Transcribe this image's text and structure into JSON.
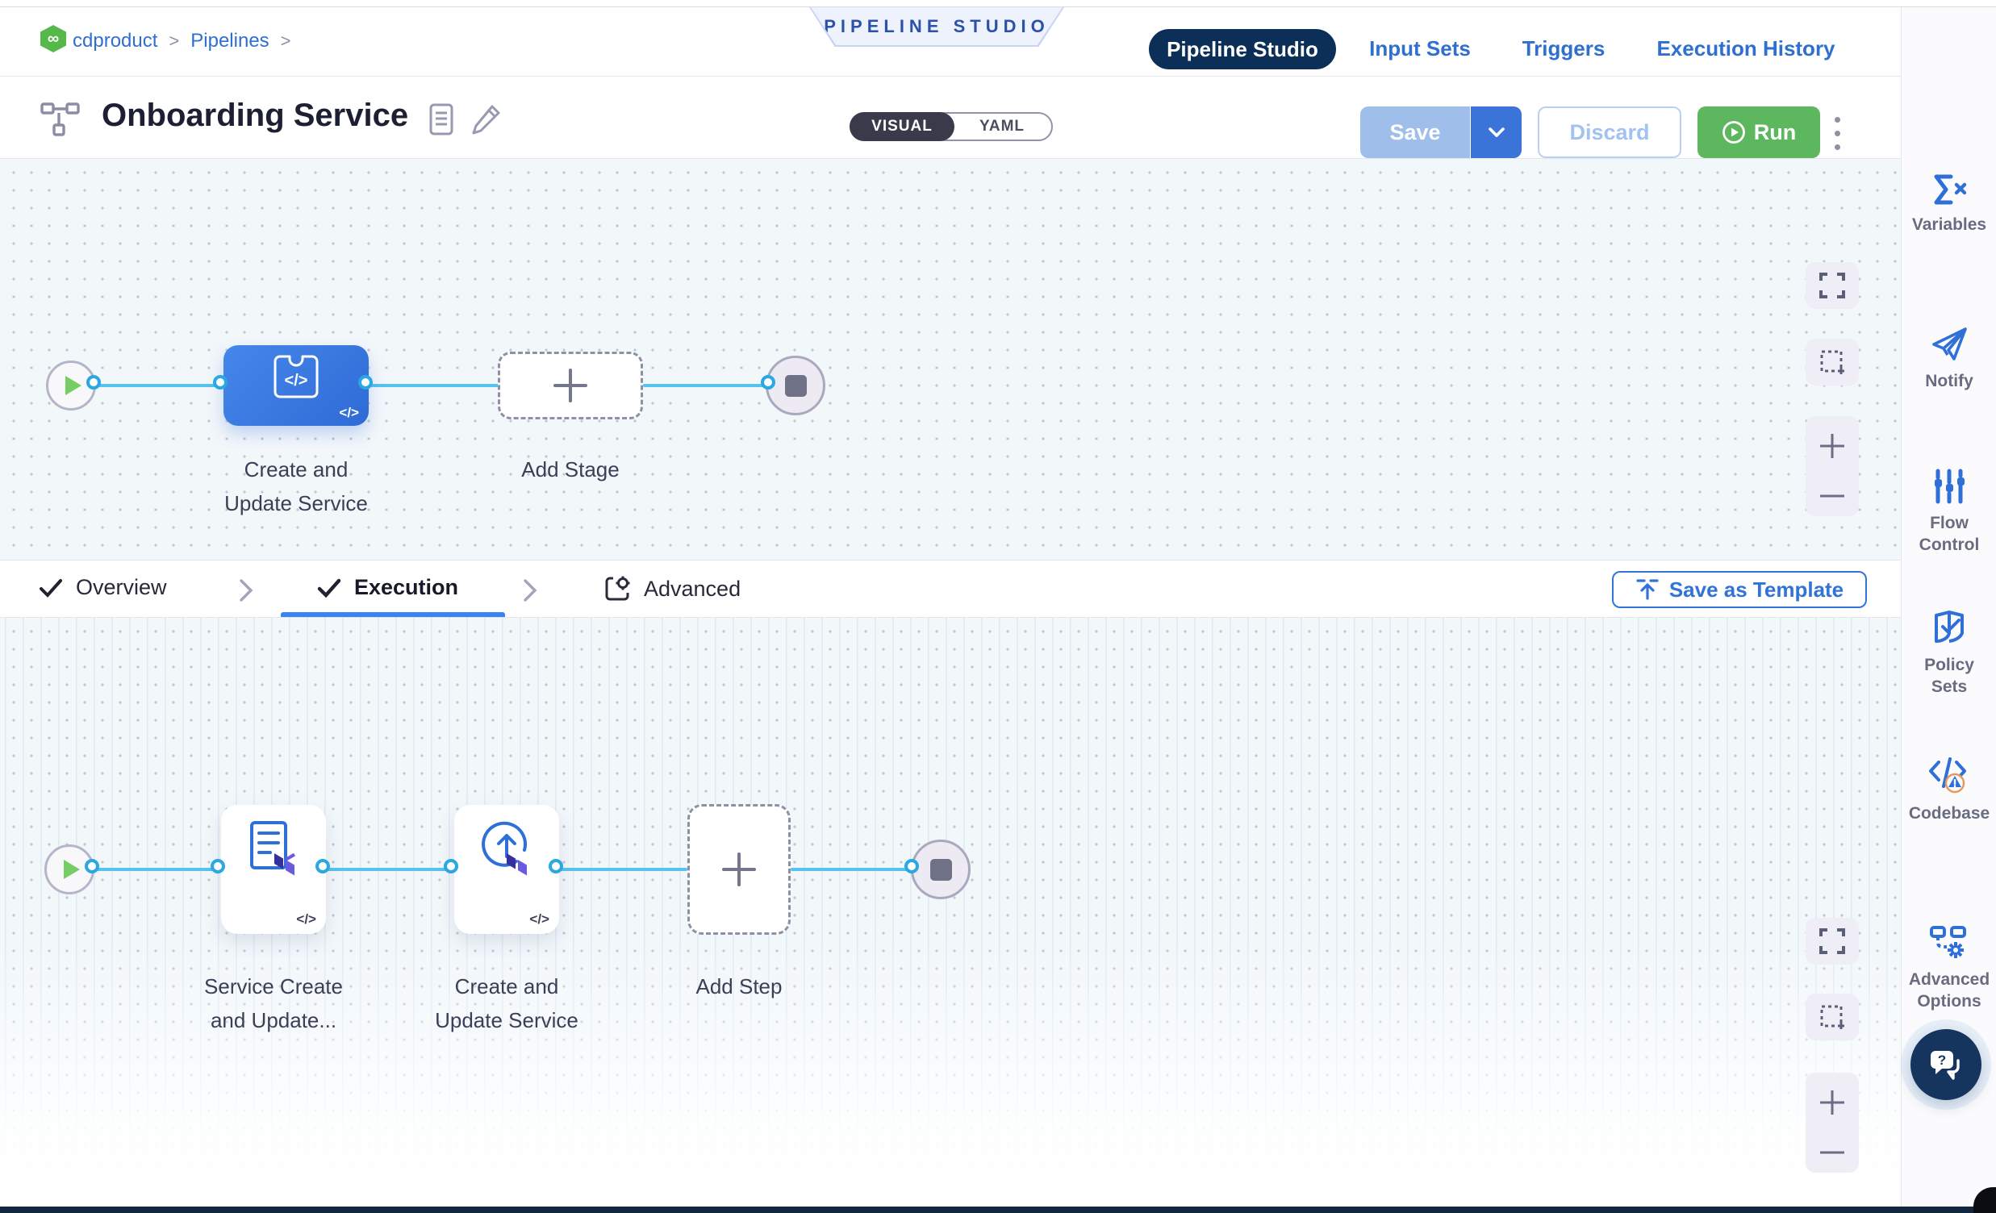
{
  "breadcrumb": {
    "project": "cdproduct",
    "section": "Pipelines",
    "sep": ">"
  },
  "banner": {
    "text": "PIPELINE STUDIO"
  },
  "nav": {
    "active": "Pipeline Studio",
    "items": [
      {
        "label": "Pipeline Studio"
      },
      {
        "label": "Input Sets"
      },
      {
        "label": "Triggers"
      },
      {
        "label": "Execution History"
      }
    ]
  },
  "header": {
    "title": "Onboarding Service",
    "toggle": {
      "visual": "VISUAL",
      "yaml": "YAML"
    },
    "save_label": "Save",
    "discard_label": "Discard",
    "run_label": "Run"
  },
  "stage_pipeline": {
    "stage_label": "Create and Update Service",
    "add_stage_label": "Add Stage",
    "code_badge": "</>"
  },
  "execution": {
    "tabs": [
      {
        "label": "Overview",
        "checked": true,
        "active": false
      },
      {
        "label": "Execution",
        "checked": true,
        "active": true
      },
      {
        "label": "Advanced",
        "checked": false,
        "active": false
      }
    ],
    "save_as_template": "Save as Template",
    "steps": [
      {
        "label": "Service Create and Update...",
        "badge": "</>"
      },
      {
        "label": "Create and Update Service",
        "badge": "</>"
      }
    ],
    "add_step_label": "Add Step"
  },
  "sidebar": {
    "items": [
      {
        "label": "Variables"
      },
      {
        "label": "Notify"
      },
      {
        "label": "Flow Control"
      },
      {
        "label": "Policy Sets"
      },
      {
        "label": "Codebase"
      },
      {
        "label": "Advanced Options"
      }
    ]
  },
  "colors": {
    "accent_blue": "#3273d8",
    "navy_pill": "#0c2f58",
    "run_green": "#5cb75e",
    "edge_blue": "#56c2ef",
    "node_blue": "#3b7ce1",
    "canvas_bg": "#f2f7fa"
  }
}
